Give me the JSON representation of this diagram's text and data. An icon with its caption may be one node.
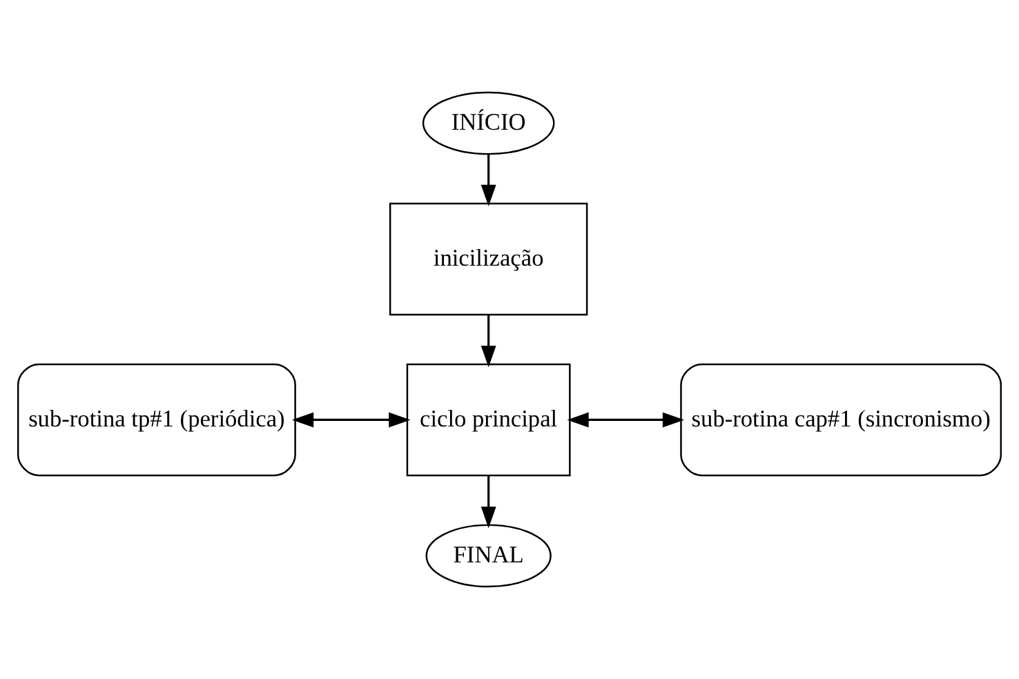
{
  "diagram": {
    "nodes": [
      {
        "text": [
          "INÍCIO"
        ]
      },
      {
        "text": [
          "inicilização"
        ]
      },
      {
        "text": [
          "sub-rotina tp#1 (periódica)"
        ]
      },
      {
        "text": [
          "ciclo principal"
        ]
      },
      {
        "text": [
          "sub-rotina cap#1 (sincronismo)"
        ]
      },
      {
        "text": [
          "FINAL"
        ]
      }
    ],
    "edges": [
      {
        "from": 0,
        "to": 1,
        "arrow": "to"
      },
      {
        "from": 1,
        "to": 3,
        "arrow": "to"
      },
      {
        "from": 2,
        "to": 3,
        "arrow": "both"
      },
      {
        "from": 3,
        "to": 4,
        "arrow": "both"
      },
      {
        "from": 3,
        "to": 5,
        "arrow": "to"
      }
    ]
  }
}
